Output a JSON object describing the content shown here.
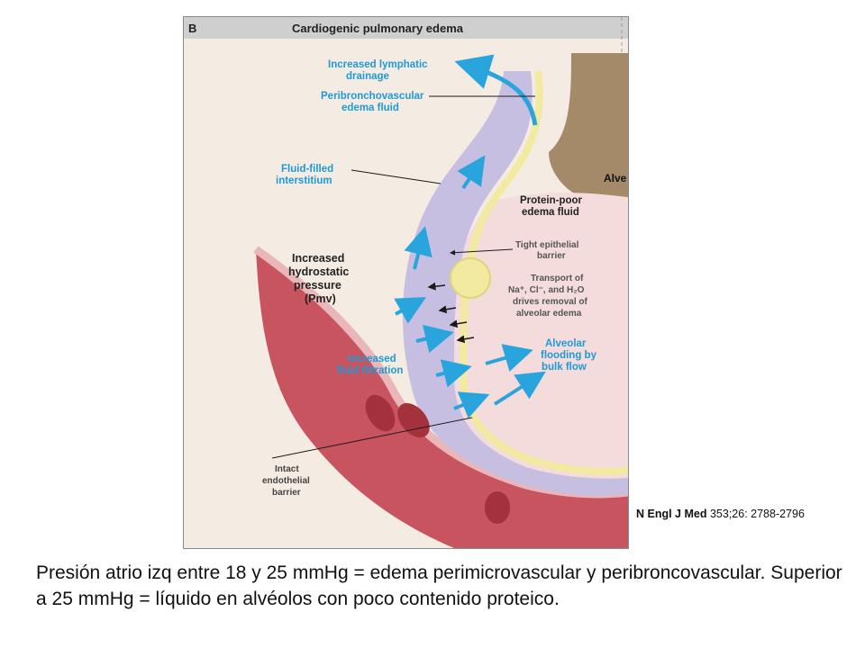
{
  "figure": {
    "panel_letter": "B",
    "title": "Cardiogenic pulmonary edema",
    "labels": {
      "lymph_1": "Increased lymphatic",
      "lymph_2": "drainage",
      "peri_1": "Peribronchovascular",
      "peri_2": "edema fluid",
      "fluid_1": "Fluid-filled",
      "fluid_2": "interstitium",
      "alve": "Alve",
      "pp_1": "Protein-poor",
      "pp_2": "edema fluid",
      "hyd_1": "Increased",
      "hyd_2": "hydrostatic",
      "hyd_3": "pressure",
      "hyd_4": "(Pmv)",
      "tight_1": "Tight epithelial",
      "tight_2": "barrier",
      "trans_1": "Transport of",
      "trans_2": "Na⁺, Cl⁻, and H₂O",
      "trans_3": "drives removal of",
      "trans_4": "alveolar edema",
      "filt_1": "Increased",
      "filt_2": "fluid filtration",
      "flood_1": "Alveolar",
      "flood_2": "flooding by",
      "flood_3": "bulk flow",
      "endo_1": "Intact",
      "endo_2": "endothelial",
      "endo_3": "barrier"
    }
  },
  "citation": {
    "journal": "N Engl J Med",
    "reference": " 353;26: 2788-2796"
  },
  "caption": "Presión atrio izq entre 18 y 25 mmHg = edema perimicrovascular y peribroncovascular. Superior a 25 mmHg = líquido en alvéolos con poco contenido proteico.",
  "colors": {
    "label_blue": "#1e9ad6",
    "arrow_blue": "#2aa4dc",
    "vessel": "#c8545f",
    "interstitium": "#c7bfe2",
    "alveolus": "#f4dcdc",
    "epithelium": "#f1eaa0"
  }
}
